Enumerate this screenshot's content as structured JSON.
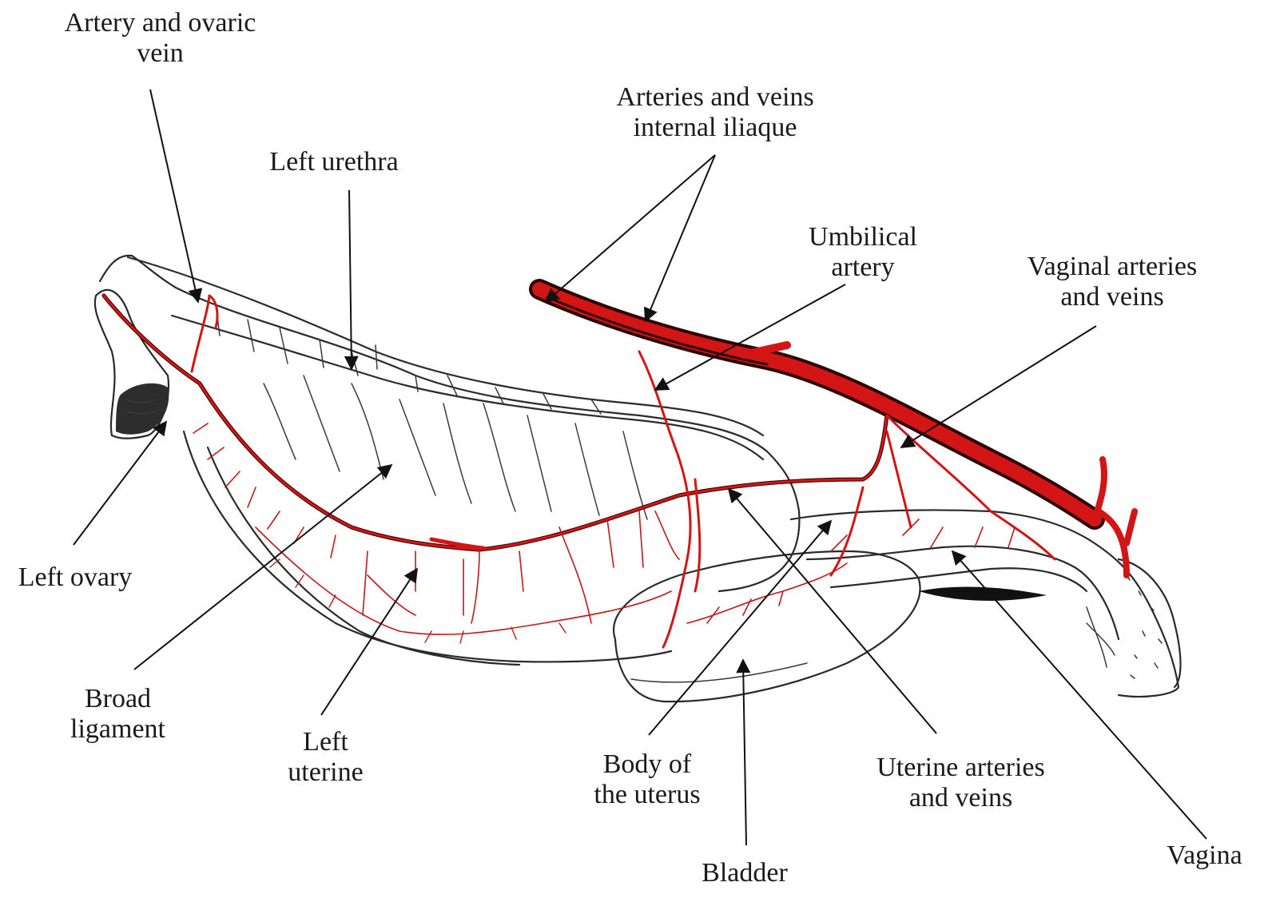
{
  "colors": {
    "vessel": "#d41515",
    "vessel_dark": "#2b0000",
    "outline": "#2a2a2a",
    "text": "#1a1a1a"
  },
  "labels": {
    "artery_ovaric_vein": [
      "Artery and ovaric",
      "vein"
    ],
    "arteries_veins_iliaque": [
      "Arteries and veins",
      "internal iliaque"
    ],
    "left_urethra": [
      "Left urethra"
    ],
    "umbilical_artery": [
      "Umbilical",
      "artery"
    ],
    "vaginal_arteries": [
      "Vaginal arteries",
      "and veins"
    ],
    "left_ovary": [
      "Left ovary"
    ],
    "broad_ligament": [
      "Broad",
      "ligament"
    ],
    "left_uterine": [
      "Left",
      "uterine"
    ],
    "body_of_uterus": [
      "Body of",
      "the uterus"
    ],
    "uterine_arteries": [
      "Uterine arteries",
      "and veins"
    ],
    "bladder": [
      "Bladder"
    ],
    "vagina": [
      "Vagina"
    ]
  }
}
